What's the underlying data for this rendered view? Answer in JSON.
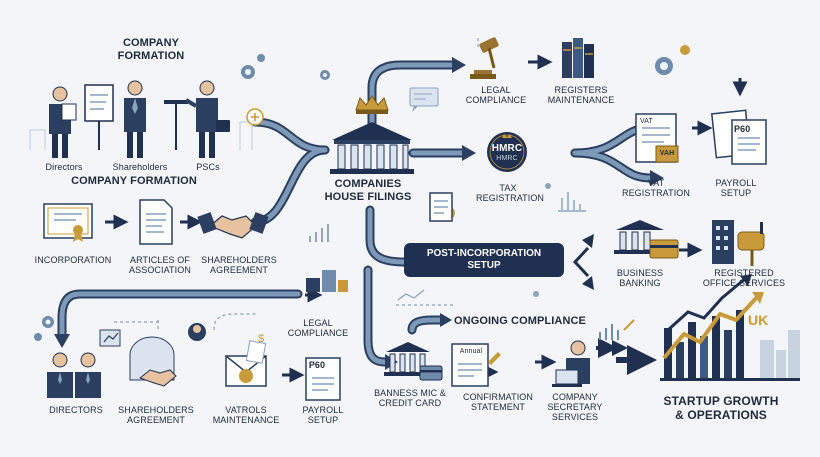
{
  "palette": {
    "navy": "#1f3050",
    "steel": "#6f8cad",
    "gold": "#c99a3a",
    "light": "#dbe4ee",
    "background": "#f3f5f8"
  },
  "formation": {
    "title": "COMPANY\nFORMATION",
    "roles": [
      "Directors",
      "Shareholders",
      "PSCs"
    ],
    "caption": "COMPANY FORMATION"
  },
  "incorporation": {
    "steps": [
      "INCORPORATION",
      "ARTICLES OF\nASSOCIATION",
      "SHAREHOLDERS\nAGREEMENT"
    ]
  },
  "hub": {
    "label": "COMPANIES\nHOUSE FILINGS"
  },
  "top_branch": {
    "items": [
      "LEGAL\nCOMPLIANCE",
      "REGISTERS\nMAINTENANCE"
    ]
  },
  "tax": {
    "badge": "HMRC",
    "badge_sub": "HMRC",
    "label": "TAX\nREGISTRATION",
    "vat_doc": "VAT",
    "vah_tag": "VAH",
    "p60_doc": "P60",
    "outputs": [
      "VAT\nREGISTRATION",
      "PAYROLL\nSETUP"
    ]
  },
  "post_incorporation": {
    "label": "POST-INCORPORATION\nSETUP",
    "outputs": [
      "BUSINESS\nBANKING",
      "REGISTERED\nOFFICE SERVICES"
    ]
  },
  "legal_compliance_mid": "LEGAL\nCOMPLIANCE",
  "bottom_left": {
    "items": [
      "DIRECTORS",
      "SHAREHOLDERS\nAGREEMENT",
      "VATROLS\nMAINTENANCE",
      "PAYROLL\nSETUP"
    ],
    "doc_tag": "P60"
  },
  "ongoing": {
    "title": "ONGOING COMPLIANCE",
    "doc_tag": "Annual",
    "items": [
      "BANNESS MIC &\nCREDIT CARD",
      "CONFIRMATION\nSTATEMENT",
      "COMPANY\nSECRETARY\nSERVICES"
    ]
  },
  "growth": {
    "badge": "UK",
    "label": "STARTUP GROWTH\n& OPERATIONS"
  },
  "icon_names": [
    "people-icon",
    "handshake-icon",
    "certificate-icon",
    "document-icon",
    "building-icon",
    "crown-icon",
    "gavel-icon",
    "books-icon",
    "bank-icon",
    "card-icon",
    "mailbox-icon",
    "chart-icon",
    "gear-icon",
    "envelope-icon",
    "laptop-icon",
    "skyline-icon"
  ]
}
